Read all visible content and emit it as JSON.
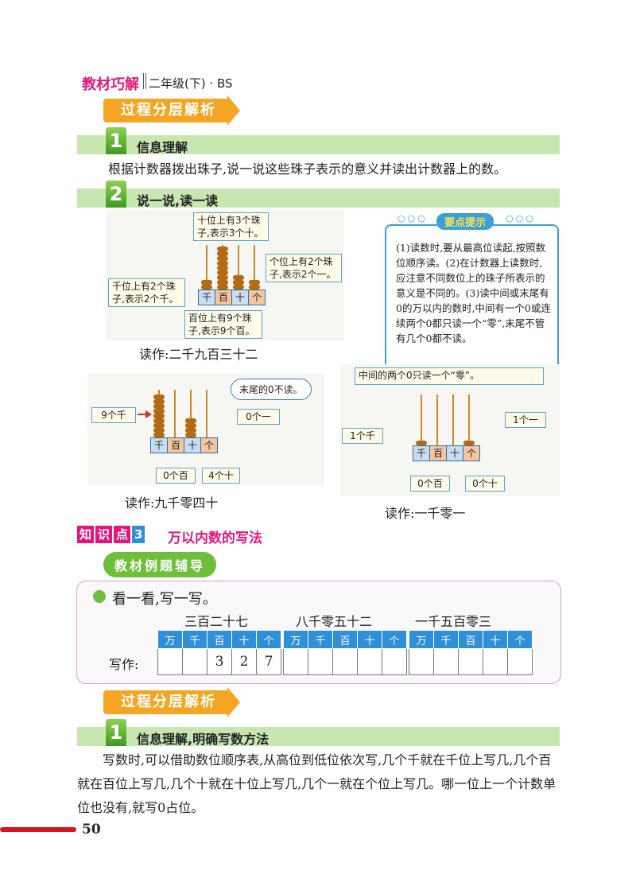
{
  "header": {
    "brand": "教材巧解",
    "grade": "二年级(下) · BS"
  },
  "banner1": {
    "label": "过程分层解析"
  },
  "step1": {
    "num": "1",
    "title": "信息理解",
    "text": "根据计数器拨出珠子,说一说这些珠子表示的意义并读出计数器上的数。"
  },
  "step2": {
    "num": "2",
    "title": "说一说,读一读"
  },
  "abacus1": {
    "labels": [
      "千",
      "百",
      "十",
      "个"
    ],
    "callouts": {
      "ten": "十位上有3个珠子,表示3个十。",
      "one": "个位上有2个珠子,表示2个一。",
      "thousand": "千位上有2个珠子,表示2个千。",
      "hundred": "百位上有9个珠子,表示9个百。"
    },
    "reading": "读作:二千九百三十二"
  },
  "tip": {
    "title": "要点提示",
    "dots_left": "○○○",
    "dots_right": "○○○",
    "text": "(1)读数时,要从最高位读起,按照数位顺序读。(2)在计数器上读数时,应注意不同数位上的珠子所表示的意义是不同的。(3)读中间或末尾有0的万以内的数时,中间有一个0或连续两个0都只读一个“零”,末尾不管有几个0都不读。"
  },
  "abacus2": {
    "labels": [
      "千",
      "百",
      "十",
      "个"
    ],
    "bubble": "末尾的0不读。",
    "callouts": {
      "thousand": "9个千",
      "one": "0个一",
      "hundred": "0个百",
      "ten": "4个十"
    },
    "reading": "读作:九千零四十"
  },
  "abacus3": {
    "labels": [
      "千",
      "百",
      "十",
      "个"
    ],
    "note": "中间的两个0只读一个“零”。",
    "callouts": {
      "thousand": "1个千",
      "one": "1个一",
      "hundred": "0个百",
      "ten": "0个十"
    },
    "reading": "读作:一千零一"
  },
  "knowledge": {
    "tag_chars": [
      "知",
      "识",
      "点"
    ],
    "tag_num": "3",
    "title": "万以内数的写法"
  },
  "pill": {
    "label": "教材例题辅导"
  },
  "example": {
    "title": "看一看,写一写。",
    "write_label": "写作:",
    "headers": [
      "万",
      "千",
      "百",
      "十",
      "个"
    ],
    "groups": [
      {
        "label": "三百二十七",
        "digits": [
          "",
          "",
          "3",
          "2",
          "7"
        ]
      },
      {
        "label": "八千零五十二",
        "digits": [
          "",
          "",
          "",
          "",
          ""
        ]
      },
      {
        "label": "一千五百零三",
        "digits": [
          "",
          "",
          "",
          "",
          ""
        ]
      }
    ]
  },
  "banner2": {
    "label": "过程分层解析"
  },
  "step3": {
    "num": "1",
    "title": "信息理解,明确写数方法",
    "text": "写数时,可以借助数位顺序表,从高位到低位依次写,几个千就在千位上写几,几个百就在百位上写几,几个十就在十位上写几,几个一就在个位上写几。哪一位上一个计数单位也没有,就写0占位。"
  },
  "page_number": "50",
  "colors": {
    "brand": "#e5157a",
    "banner": "#f4a623",
    "bar": "#c8e6b0",
    "green": "#6fbf3a",
    "blue": "#2f8fd8",
    "red": "#d8141e"
  }
}
